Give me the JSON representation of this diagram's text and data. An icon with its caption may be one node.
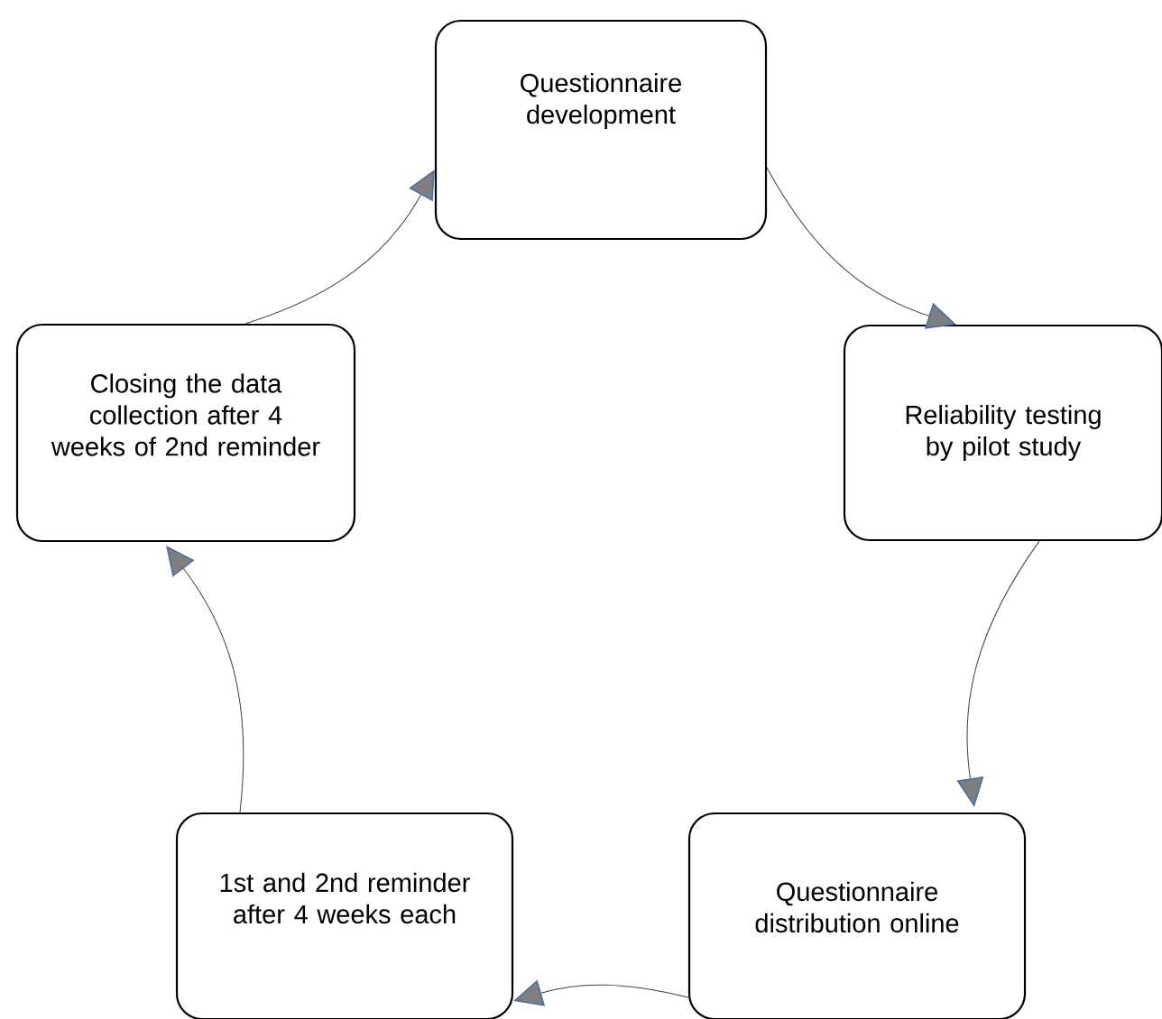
{
  "diagram": {
    "nodes": [
      {
        "text": [
          "Questionnaire development"
        ]
      },
      {
        "text": [
          "Reliability testing by pilot study"
        ]
      },
      {
        "text": [
          "Questionnaire distribution online"
        ]
      },
      {
        "text": [
          "1st and 2nd reminder after 4 weeks each"
        ]
      },
      {
        "text": [
          "Closing the data collection after 4 weeks of 2nd reminder"
        ]
      }
    ],
    "edges": [
      {
        "from": 0,
        "to": 1,
        "arrow": "to"
      },
      {
        "from": 1,
        "to": 2,
        "arrow": "to"
      },
      {
        "from": 2,
        "to": 3,
        "arrow": "to"
      },
      {
        "from": 3,
        "to": 4,
        "arrow": "to"
      },
      {
        "from": 4,
        "to": 0,
        "arrow": "to"
      }
    ]
  }
}
